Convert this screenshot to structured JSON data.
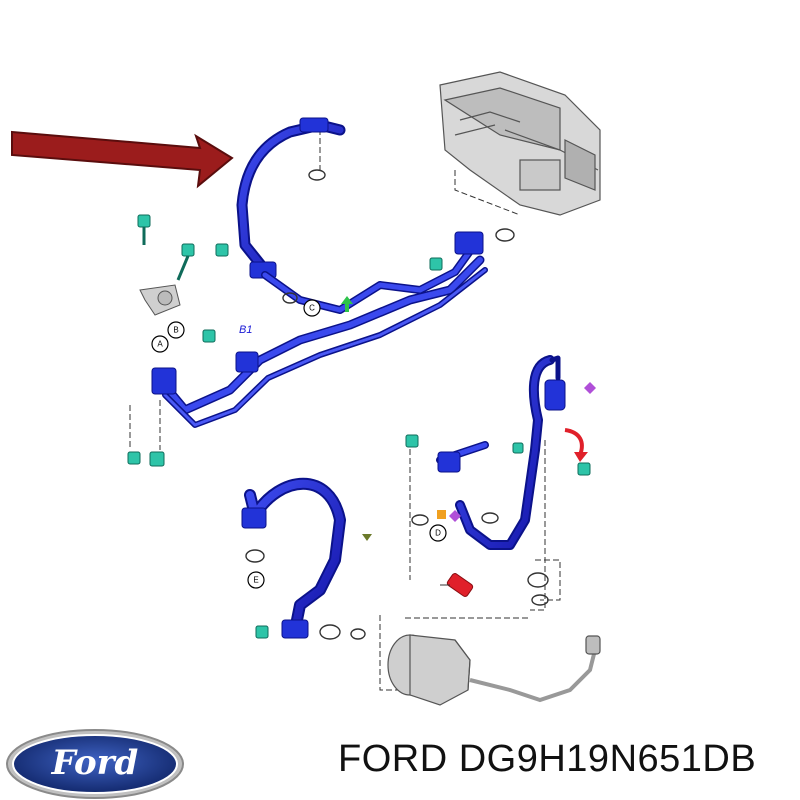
{
  "caption": {
    "brand": "FORD",
    "part_number": "DG9H19N651DB"
  },
  "logo": {
    "wordmark": "Ford"
  },
  "callouts": {
    "a": "A",
    "b": "B",
    "c": "C",
    "d": "D",
    "e": "E"
  },
  "section_label": "B1",
  "colors": {
    "hose": "#1f2fd6",
    "hose_dark": "#0b128a",
    "arrow": "#9b1c1c",
    "clip": "#2ec4a8",
    "marker_purple": "#b04fd8",
    "marker_orange": "#f0a020",
    "sensor_red": "#e0202a",
    "logo_blue": "#1f3a8a"
  },
  "icons": [
    "pointer-arrow-icon",
    "oval-logo-icon",
    "clip-icon",
    "diamond-marker-icon",
    "rotation-arrow-icon"
  ]
}
